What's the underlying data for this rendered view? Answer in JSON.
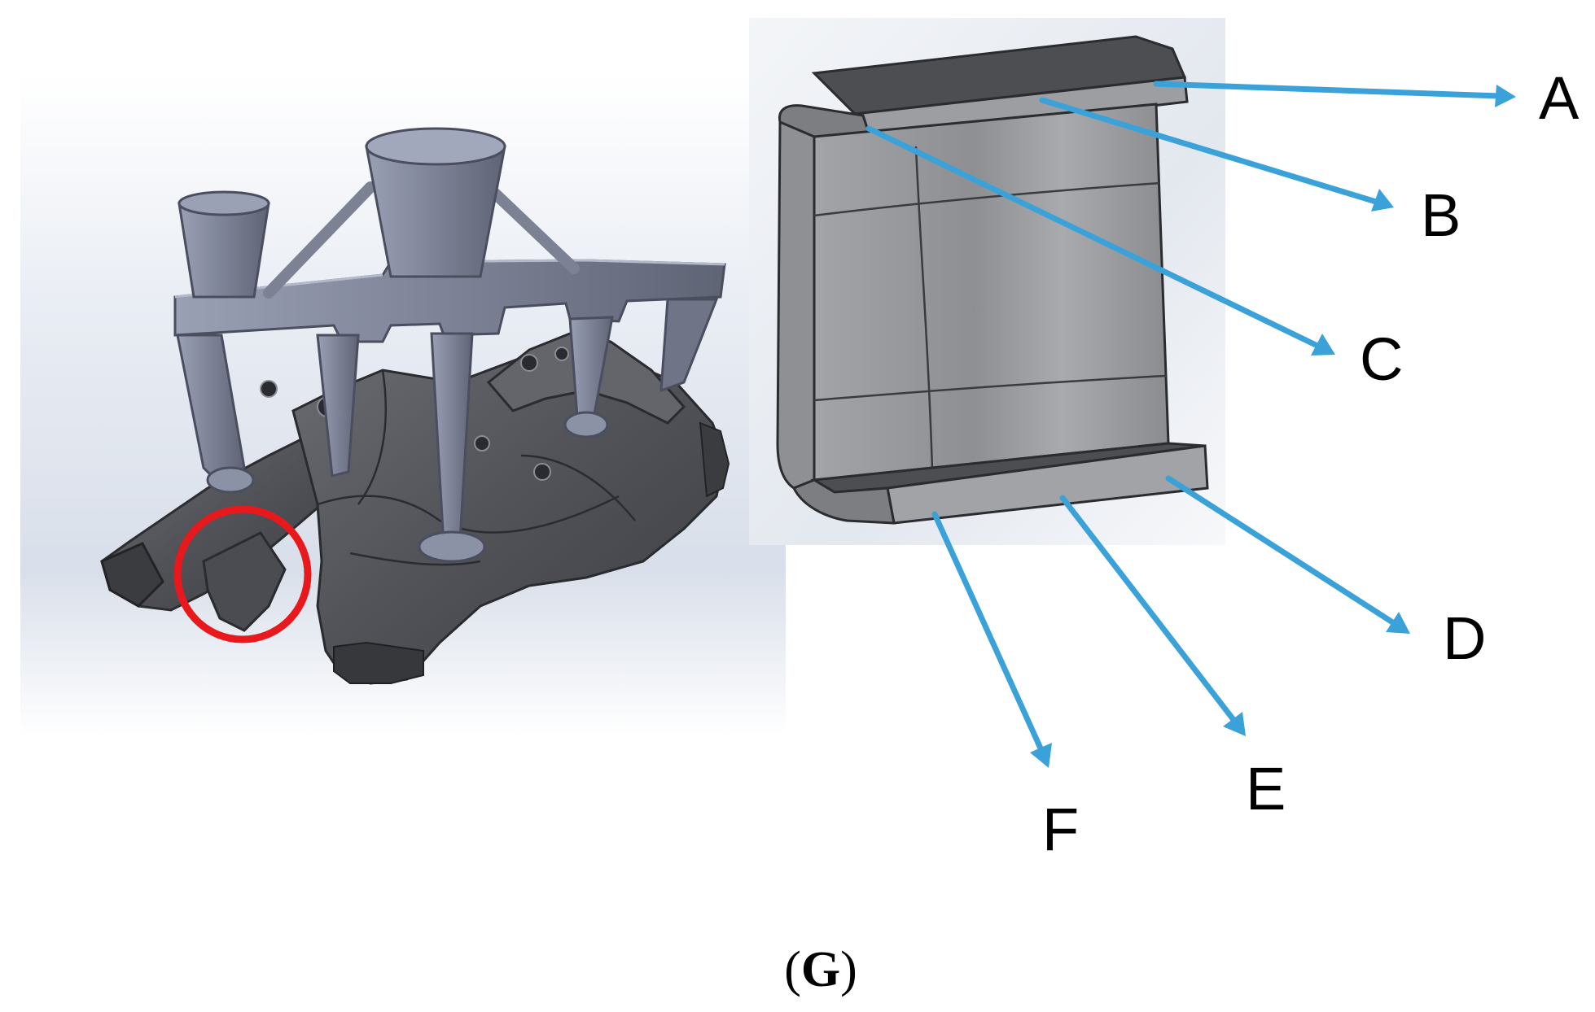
{
  "figure": {
    "caption": {
      "open_paren": "(",
      "letter": "G",
      "close_paren": ")"
    },
    "callouts": [
      {
        "id": "A",
        "label": "A"
      },
      {
        "id": "B",
        "label": "B"
      },
      {
        "id": "C",
        "label": "C"
      },
      {
        "id": "D",
        "label": "D"
      },
      {
        "id": "E",
        "label": "E"
      },
      {
        "id": "F",
        "label": "F"
      }
    ],
    "colors": {
      "arrow": "#3aa2d8",
      "highlight_circle": "#e8191c",
      "casting_body": "#5a5c63",
      "gating_system": "#8a8fa3",
      "viewport_background": "#e6ebf3",
      "detail_face": "#9d9ea1"
    }
  }
}
